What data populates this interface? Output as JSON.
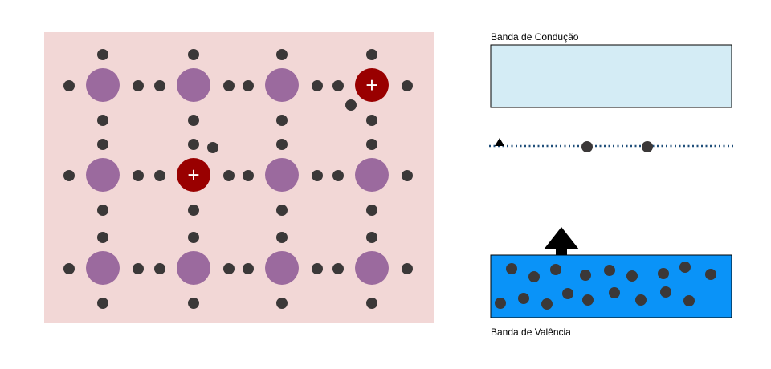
{
  "colors": {
    "lattice_background": "#f2d7d6",
    "atom": "#9b6a9e",
    "ion": "#990000",
    "electron": "#3b3838",
    "conduction_band": "#d4ecf5",
    "valence_band": "#0a93f8",
    "energy_level_dotted_line": "#1f4e79",
    "arrow": "#000000"
  },
  "lattice": {
    "rows": 3,
    "columns": 4,
    "ion_positions": [
      {
        "row": 1,
        "column": 4,
        "symbol": "+"
      },
      {
        "row": 2,
        "column": 2,
        "symbol": "+"
      }
    ]
  },
  "band_diagram": {
    "conduction_band_label": "Banda de Condução",
    "valence_band_label": "Banda de Valência",
    "electrons_on_impurity_level": 2,
    "electrons_in_valence_band": 18
  },
  "icons": {
    "plus": "plus-sign",
    "arrow": "up-arrow-triangle"
  }
}
